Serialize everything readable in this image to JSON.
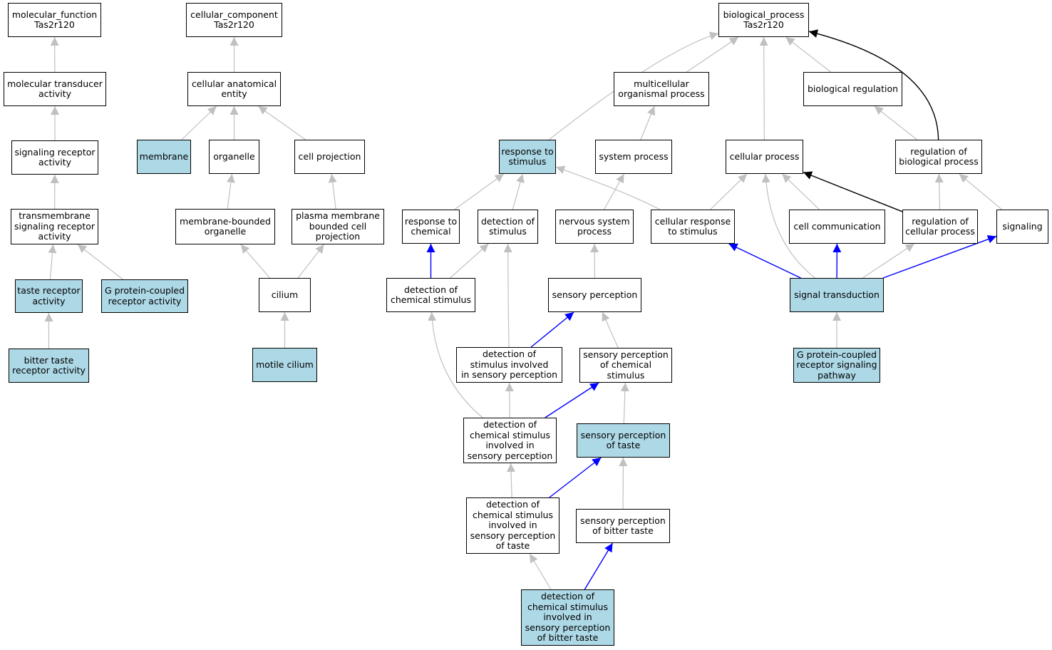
{
  "colors": {
    "highlight": "#add8e6",
    "gray": "#c0c0c0",
    "blue": "#0000ff",
    "black": "#000000"
  },
  "nodes": [
    {
      "id": "mf",
      "label": "molecular_function\nTas2r120",
      "hl": false
    },
    {
      "id": "mta",
      "label": "molecular transducer\nactivity",
      "hl": false
    },
    {
      "id": "sra",
      "label": "signaling receptor\nactivity",
      "hl": false
    },
    {
      "id": "tsra",
      "label": "transmembrane\nsignaling receptor\nactivity",
      "hl": false
    },
    {
      "id": "tra",
      "label": "taste receptor\nactivity",
      "hl": true
    },
    {
      "id": "gpcra",
      "label": "G protein-coupled\nreceptor activity",
      "hl": true
    },
    {
      "id": "btra",
      "label": "bitter taste\nreceptor activity",
      "hl": true
    },
    {
      "id": "cc",
      "label": "cellular_component\nTas2r120",
      "hl": false
    },
    {
      "id": "cae",
      "label": "cellular anatomical\nentity",
      "hl": false
    },
    {
      "id": "membrane",
      "label": "membrane",
      "hl": true
    },
    {
      "id": "organelle",
      "label": "organelle",
      "hl": false
    },
    {
      "id": "cellproj",
      "label": "cell projection",
      "hl": false
    },
    {
      "id": "mbo",
      "label": "membrane-bounded\norganelle",
      "hl": false
    },
    {
      "id": "pmbcp",
      "label": "plasma membrane\nbounded cell\nprojection",
      "hl": false
    },
    {
      "id": "cilium",
      "label": "cilium",
      "hl": false
    },
    {
      "id": "motile",
      "label": "motile cilium",
      "hl": true
    },
    {
      "id": "bp",
      "label": "biological_process\nTas2r120",
      "hl": false
    },
    {
      "id": "mop",
      "label": "multicellular\norganismal process",
      "hl": false
    },
    {
      "id": "breg",
      "label": "biological regulation",
      "hl": false
    },
    {
      "id": "rts",
      "label": "response to\nstimulus",
      "hl": true
    },
    {
      "id": "sysp",
      "label": "system process",
      "hl": false
    },
    {
      "id": "cellp",
      "label": "cellular process",
      "hl": false
    },
    {
      "id": "rbp",
      "label": "regulation of\nbiological process",
      "hl": false
    },
    {
      "id": "rtc",
      "label": "response to\nchemical",
      "hl": false
    },
    {
      "id": "dos",
      "label": "detection of\nstimulus",
      "hl": false
    },
    {
      "id": "nsp",
      "label": "nervous system\nprocess",
      "hl": false
    },
    {
      "id": "crs",
      "label": "cellular response\nto stimulus",
      "hl": false
    },
    {
      "id": "ccomm",
      "label": "cell communication",
      "hl": false
    },
    {
      "id": "rcp",
      "label": "regulation of\ncellular process",
      "hl": false
    },
    {
      "id": "signaling",
      "label": "signaling",
      "hl": false
    },
    {
      "id": "docs",
      "label": "detection of\nchemical stimulus",
      "hl": false
    },
    {
      "id": "sp",
      "label": "sensory perception",
      "hl": false
    },
    {
      "id": "st",
      "label": "signal transduction",
      "hl": true
    },
    {
      "id": "dosisp",
      "label": "detection of\nstimulus involved\nin sensory perception",
      "hl": false
    },
    {
      "id": "spcs",
      "label": "sensory perception\nof chemical\nstimulus",
      "hl": false
    },
    {
      "id": "gpcrsp",
      "label": "G protein-coupled\nreceptor signaling\npathway",
      "hl": true
    },
    {
      "id": "docsisp",
      "label": "detection of\nchemical stimulus\ninvolved in\nsensory perception",
      "hl": false
    },
    {
      "id": "spt",
      "label": "sensory perception\nof taste",
      "hl": true
    },
    {
      "id": "docsispt",
      "label": "detection of\nchemical stimulus\ninvolved in\nsensory perception\nof taste",
      "hl": false
    },
    {
      "id": "spbt",
      "label": "sensory perception\nof bitter taste",
      "hl": false
    },
    {
      "id": "docsispbt",
      "label": "detection of\nchemical stimulus\ninvolved in\nsensory perception\nof bitter taste",
      "hl": true
    }
  ],
  "edges": [
    {
      "from": "mta",
      "to": "mf",
      "color": "gray"
    },
    {
      "from": "sra",
      "to": "mta",
      "color": "gray"
    },
    {
      "from": "tsra",
      "to": "sra",
      "color": "gray"
    },
    {
      "from": "tra",
      "to": "tsra",
      "color": "gray"
    },
    {
      "from": "gpcra",
      "to": "tsra",
      "color": "gray"
    },
    {
      "from": "btra",
      "to": "tra",
      "color": "gray"
    },
    {
      "from": "cae",
      "to": "cc",
      "color": "gray"
    },
    {
      "from": "membrane",
      "to": "cae",
      "color": "gray"
    },
    {
      "from": "organelle",
      "to": "cae",
      "color": "gray"
    },
    {
      "from": "cellproj",
      "to": "cae",
      "color": "gray"
    },
    {
      "from": "mbo",
      "to": "organelle",
      "color": "gray"
    },
    {
      "from": "pmbcp",
      "to": "cellproj",
      "color": "gray"
    },
    {
      "from": "cilium",
      "to": "mbo",
      "color": "gray"
    },
    {
      "from": "cilium",
      "to": "pmbcp",
      "color": "gray"
    },
    {
      "from": "motile",
      "to": "cilium",
      "color": "gray"
    },
    {
      "from": "rts",
      "to": "bp",
      "color": "gray"
    },
    {
      "from": "mop",
      "to": "bp",
      "color": "gray"
    },
    {
      "from": "cellp",
      "to": "bp",
      "color": "gray"
    },
    {
      "from": "breg",
      "to": "bp",
      "color": "gray"
    },
    {
      "from": "rbp",
      "to": "bp",
      "color": "black"
    },
    {
      "from": "sysp",
      "to": "mop",
      "color": "gray"
    },
    {
      "from": "rbp",
      "to": "breg",
      "color": "gray"
    },
    {
      "from": "rtc",
      "to": "rts",
      "color": "gray"
    },
    {
      "from": "dos",
      "to": "rts",
      "color": "gray"
    },
    {
      "from": "crs",
      "to": "rts",
      "color": "gray"
    },
    {
      "from": "nsp",
      "to": "sysp",
      "color": "gray"
    },
    {
      "from": "crs",
      "to": "cellp",
      "color": "gray"
    },
    {
      "from": "ccomm",
      "to": "cellp",
      "color": "gray"
    },
    {
      "from": "rcp",
      "to": "cellp",
      "color": "black"
    },
    {
      "from": "st",
      "to": "cellp",
      "color": "gray"
    },
    {
      "from": "rcp",
      "to": "rbp",
      "color": "gray"
    },
    {
      "from": "signaling",
      "to": "rbp",
      "color": "gray"
    },
    {
      "from": "docs",
      "to": "rtc",
      "color": "blue"
    },
    {
      "from": "docs",
      "to": "dos",
      "color": "gray"
    },
    {
      "from": "dosisp",
      "to": "dos",
      "color": "gray"
    },
    {
      "from": "sp",
      "to": "nsp",
      "color": "gray"
    },
    {
      "from": "st",
      "to": "crs",
      "color": "blue"
    },
    {
      "from": "st",
      "to": "ccomm",
      "color": "blue"
    },
    {
      "from": "st",
      "to": "rcp",
      "color": "gray"
    },
    {
      "from": "st",
      "to": "signaling",
      "color": "blue"
    },
    {
      "from": "dosisp",
      "to": "sp",
      "color": "blue"
    },
    {
      "from": "spcs",
      "to": "sp",
      "color": "gray"
    },
    {
      "from": "gpcrsp",
      "to": "st",
      "color": "gray"
    },
    {
      "from": "docsisp",
      "to": "docs",
      "color": "gray"
    },
    {
      "from": "docsisp",
      "to": "dosisp",
      "color": "gray"
    },
    {
      "from": "docsisp",
      "to": "spcs",
      "color": "blue"
    },
    {
      "from": "spt",
      "to": "spcs",
      "color": "gray"
    },
    {
      "from": "docsispt",
      "to": "docsisp",
      "color": "gray"
    },
    {
      "from": "docsispt",
      "to": "spt",
      "color": "blue"
    },
    {
      "from": "spbt",
      "to": "spt",
      "color": "gray"
    },
    {
      "from": "docsispbt",
      "to": "docsispt",
      "color": "gray"
    },
    {
      "from": "docsispbt",
      "to": "spbt",
      "color": "blue"
    }
  ]
}
